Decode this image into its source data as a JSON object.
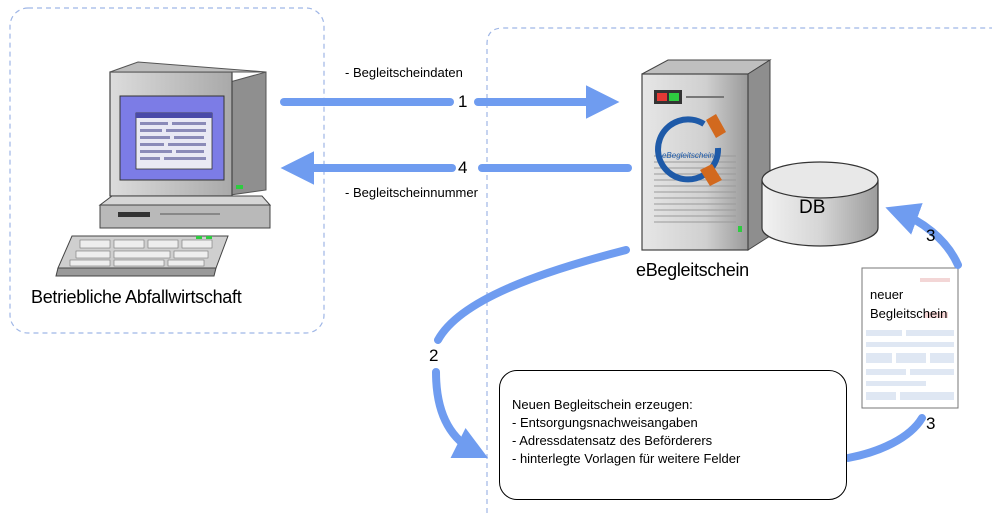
{
  "left_zone": {
    "caption": "Betriebliche Abfallwirtschaft"
  },
  "server": {
    "caption": "eBegleitschein",
    "logo_text": "eBegleitschein"
  },
  "database": {
    "label": "DB"
  },
  "flows": {
    "step1_number": "1",
    "step1_label": "- Begleitscheindaten",
    "step4_number": "4",
    "step4_label": "- Begleitscheinnummer",
    "step2_number": "2",
    "step3_number_top": "3",
    "step3_number_bottom": "3"
  },
  "document": {
    "line1": "neuer",
    "line2": "Begleitschein"
  },
  "note": {
    "title": "Neuen Begleitschein erzeugen:",
    "items": [
      "- Entsorgungsnachweisangaben",
      "- Adressdatensatz des Beförderers",
      "- hinterlegte Vorlagen für weitere Felder"
    ]
  },
  "colors": {
    "arrow": "#6f9cf0",
    "dashed_border": "#9fb6e6",
    "monitor_body": "#c8c8c8",
    "screen": "#6a6ad8",
    "server_body": "#cfcfcf"
  }
}
